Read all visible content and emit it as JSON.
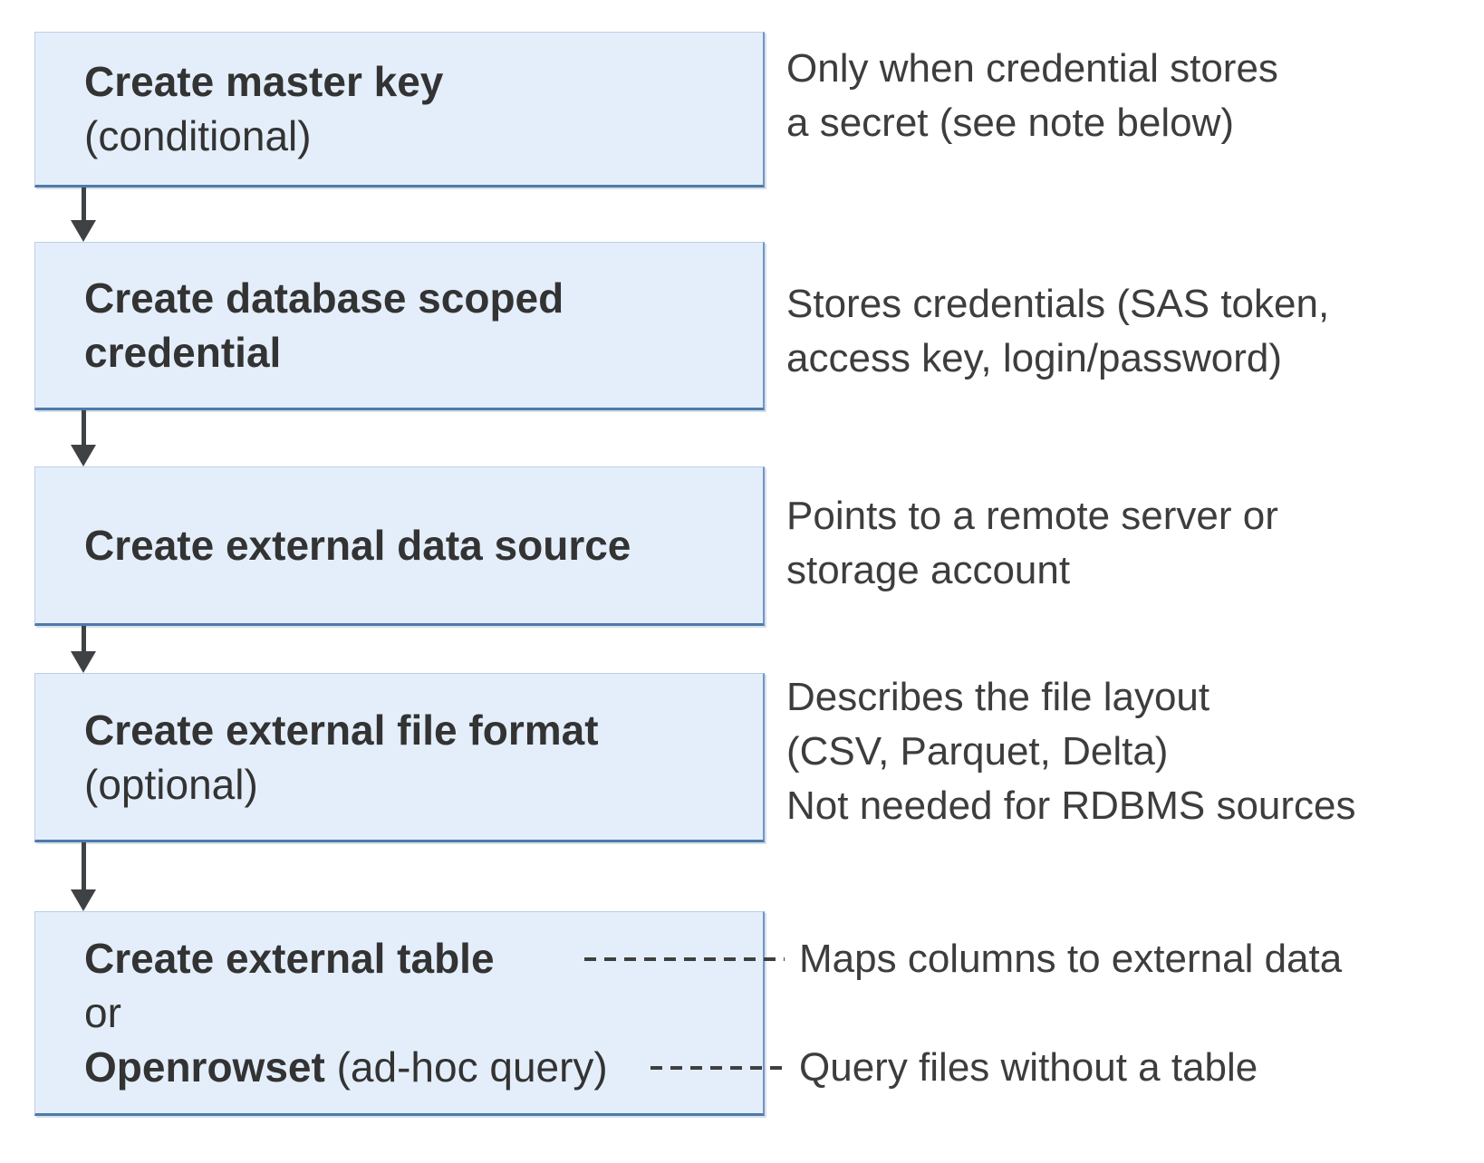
{
  "colors": {
    "box-fill": "#e4eefb",
    "box-border-light": "#b9cfe9",
    "box-border-right": "#6f96c6",
    "box-border-bottom": "#4d7ba9",
    "arrow": "#3f4245",
    "dash": "#3f3f3f",
    "title-text": "#333333",
    "note-text": "#3d3d3d"
  },
  "flow": {
    "steps": [
      {
        "title": "Create master key",
        "qualifier": "(conditional)",
        "note": [
          "Only when credential stores",
          "a secret (see note below)"
        ]
      },
      {
        "title_lines": [
          "Create database scoped",
          "credential"
        ],
        "note": [
          "Stores credentials (SAS token,",
          "access key, login/password)"
        ]
      },
      {
        "title": "Create external data source",
        "note": [
          "Points to a remote server or",
          "storage account"
        ]
      },
      {
        "title": "Create external file format",
        "qualifier": "(optional)",
        "note": [
          "Describes the file layout",
          "(CSV, Parquet, Delta)",
          "Not needed for RDBMS sources"
        ]
      },
      {
        "title": "Create external table",
        "or_label": "or",
        "alt_title": "Openrowset",
        "alt_qualifier": " (ad-hoc query)",
        "note_table": "Maps columns to external data",
        "note_openrowset": "Query files without a table"
      }
    ]
  }
}
